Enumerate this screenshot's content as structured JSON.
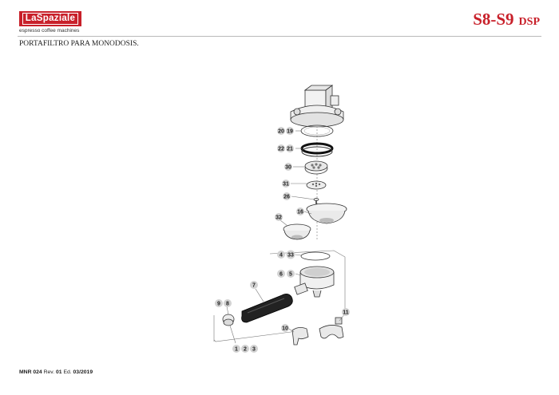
{
  "header": {
    "logo_text": "LaSpaziale",
    "tagline": "espresso coffee machines",
    "model_main": "S8-S9",
    "model_sub": "DSP"
  },
  "title": "PORTAFILTRO PARA MONODOSIS.",
  "callouts": {
    "c20": "20",
    "c19": "19",
    "c22": "22",
    "c21": "21",
    "c30": "30",
    "c31": "31",
    "c26": "26",
    "c16": "16",
    "c32": "32",
    "c4": "4",
    "c33": "33",
    "c6": "6",
    "c5": "5",
    "c7": "7",
    "c9": "9",
    "c8": "8",
    "c11": "11",
    "c10": "10",
    "c1": "1",
    "c2": "2",
    "c3": "3"
  },
  "footer": {
    "doc_code": "MNR 024",
    "rev_label": "Rev.",
    "rev_value": "01",
    "ed_label": "Ed.",
    "ed_value": "03/2019"
  },
  "colors": {
    "brand_red": "#c8202a",
    "callout_grey": "#d2d2d2"
  }
}
